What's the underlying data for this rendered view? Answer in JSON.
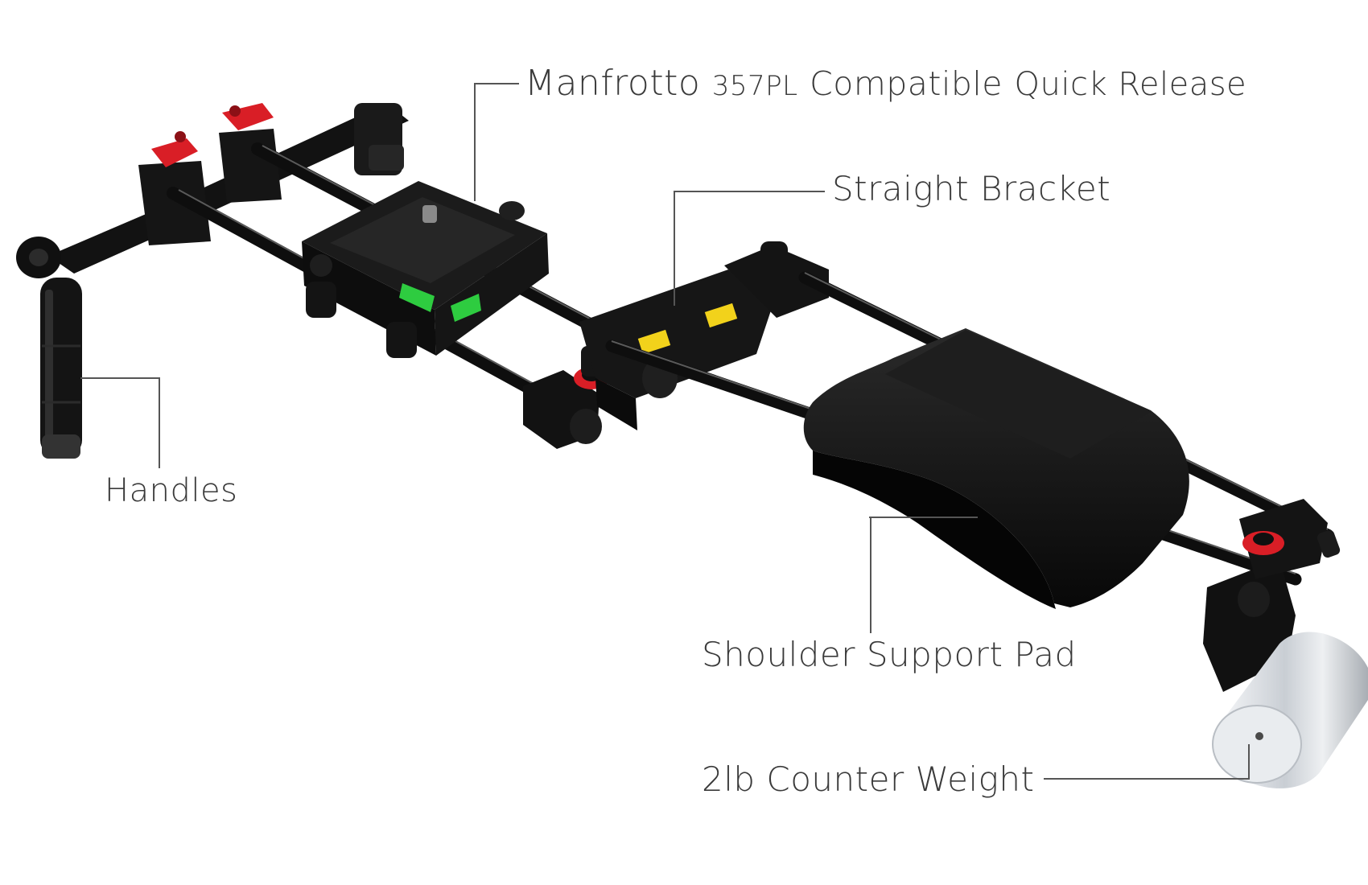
{
  "labels": {
    "quick_release": {
      "part1": "Manfrotto",
      "part2": "357PL",
      "part3": "Compatible",
      "part4": "Quick Release"
    },
    "straight_bracket": "Straight Bracket",
    "handles": "Handles",
    "shoulder_pad": "Shoulder Support Pad",
    "counter_weight": "2lb Counter Weight"
  },
  "colors": {
    "label_text": "#3a3a3a",
    "leader_line": "#555555",
    "rig_body": "#111111",
    "knob_accent": "#d91e26",
    "level_bubble": "#2ecc40",
    "warning_sticker": "#f2d21b",
    "weight_metal": "#d9dde2"
  }
}
